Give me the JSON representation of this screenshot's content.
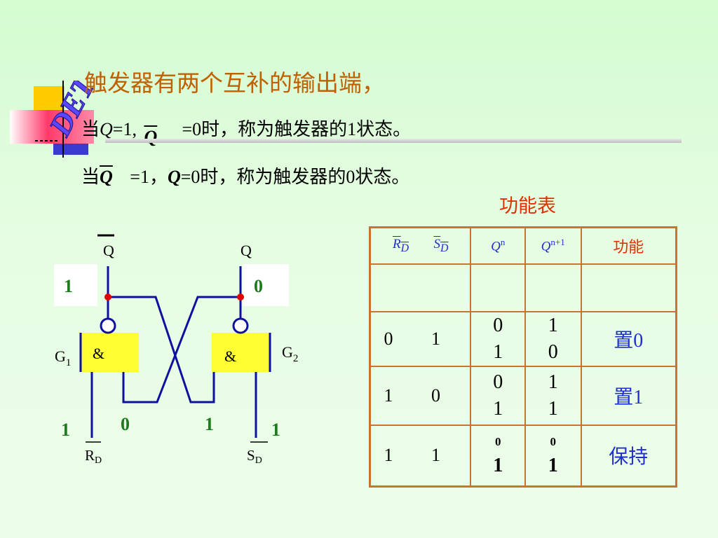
{
  "header": {
    "title": "触发器有两个互补的输出端，",
    "line1_prefix": "当",
    "line1_q": "Q",
    "line1_mid": "=1,",
    "line1_qbar": "Q",
    "line1_suffix": "=0时，称为触发器的1状态。",
    "line2_prefix": "当",
    "line2_qbar": "Q",
    "line2_mid": "=1，",
    "line2_q": "Q",
    "line2_suffix": "=0时，称为触发器的0状态。"
  },
  "logo": {
    "text": "DET"
  },
  "circuit": {
    "out_left_label": "Q",
    "out_right_label": "Q",
    "left_value": "1",
    "right_value": "0",
    "gate_symbol": "&",
    "g1_label": "G",
    "g1_sub": "1",
    "g2_label": "G",
    "g2_sub": "2",
    "rd_in": "1",
    "cross_left": "0",
    "cross_right": "1",
    "sd_in": "1",
    "rd_label": "R",
    "rd_sub": "D",
    "sd_label": "S",
    "sd_sub": "D"
  },
  "table": {
    "title": "功能表",
    "headers": {
      "rd": "R",
      "rd_sub": "D",
      "sd": "S",
      "sd_sub": "D",
      "qn": "Q",
      "qn_sup": "n",
      "qn1": "Q",
      "qn1_sup": "n+1",
      "func": "功能"
    },
    "rows": [
      {
        "rs": "0 1",
        "qn_a": "0",
        "qn_b": "1",
        "qn1_a": "1",
        "qn1_b": "0",
        "func": "置0"
      },
      {
        "rs": "1 0",
        "qn_a": "0",
        "qn_b": "1",
        "qn1_a": "1",
        "qn1_b": "1",
        "func": "置1"
      },
      {
        "rs": "1 1",
        "qn_a": "0",
        "qn_b": "1",
        "qn1_a": "0",
        "qn1_b": "1",
        "func": "保持"
      }
    ]
  },
  "colors": {
    "title": "#c06000",
    "table_border": "#c8742c",
    "header_blue": "#1f2fcf",
    "func_red": "#e03000",
    "signal_green": "#1d7a1d",
    "wire_blue": "#1010a0",
    "gate_yellow": "#ffff33",
    "node_red": "#e00000"
  }
}
